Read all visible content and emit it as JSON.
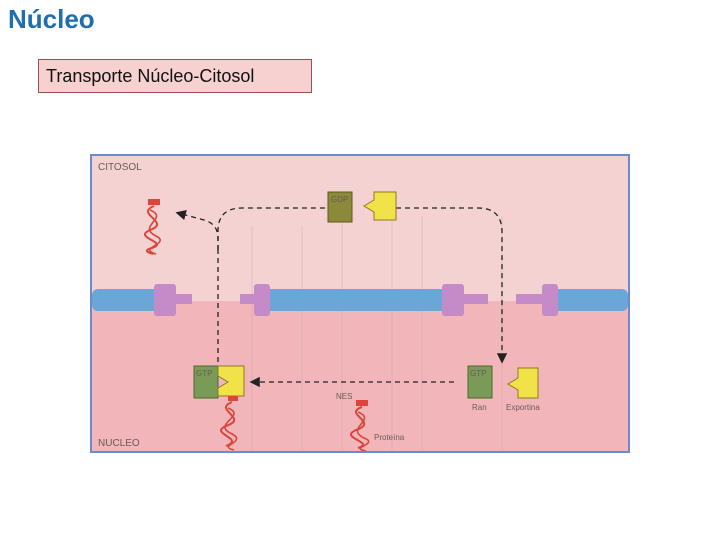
{
  "slide": {
    "title": "Núcleo",
    "subtitle": "Transporte Núcleo-Citosol"
  },
  "figure": {
    "cytosol_label": "CITOSOL",
    "nucleus_label": "NUCLEO",
    "gdp_label": "GDP",
    "gtp_left_label": "GTP",
    "gtp_right_label": "GTP",
    "nes_label": "NES",
    "ran_label": "Ran",
    "exportin_label": "Exportina",
    "protein_label": "Proteína",
    "colors": {
      "cytosol_bg": "#f5d2d2",
      "nucleus_bg": "#f2b6ba",
      "membrane": "#6aa6d8",
      "pore": "#c58ac8",
      "ran": "#7a9a58",
      "exportin": "#f2e24a",
      "protein": "#d8463c"
    }
  }
}
